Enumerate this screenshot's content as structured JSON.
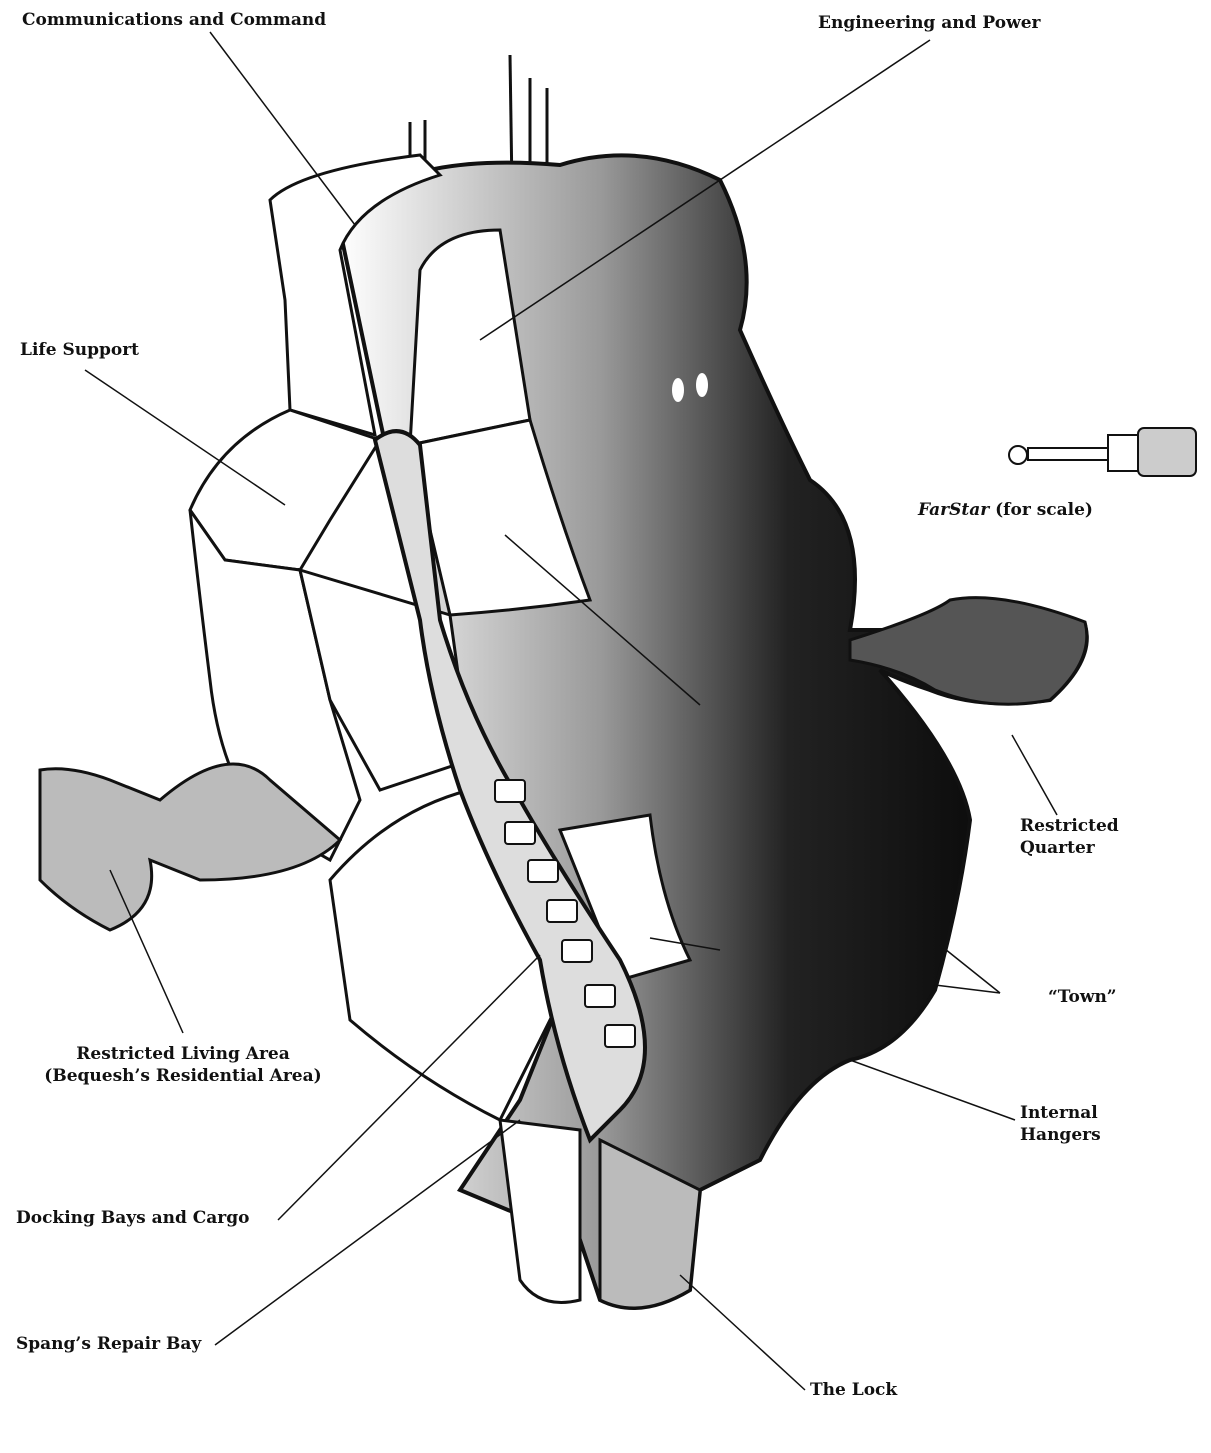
{
  "labels": {
    "communications": "Communications and Command",
    "engineering": "Engineering and Power",
    "life_support": "Life Support",
    "farstar_name": "FarStar",
    "farstar_note": "(for scale)",
    "restricted_quarter_1": "Restricted",
    "restricted_quarter_2": "Quarter",
    "town": "“Town”",
    "restricted_living_1": "Restricted Living Area",
    "restricted_living_2": "(Bequesh’s Residential Area)",
    "internal_hangers_1": "Internal",
    "internal_hangers_2": "Hangers",
    "docking_bays": "Docking Bays and Cargo",
    "repair_bay": "Spang’s Repair Bay",
    "the_lock": "The Lock"
  },
  "colors": {
    "ink": "#111111",
    "shadow": "#2a2a2a",
    "paper": "#ffffff"
  }
}
